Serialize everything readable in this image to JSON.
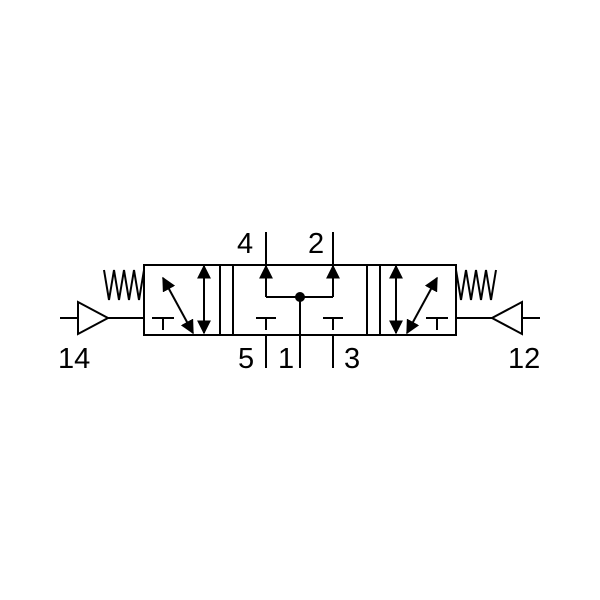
{
  "ports": {
    "p4": "4",
    "p2": "2",
    "p5": "5",
    "p1": "1",
    "p3": "3",
    "p14": "14",
    "p12": "12"
  },
  "colors": {
    "line": "#000000",
    "background": "#ffffff"
  }
}
